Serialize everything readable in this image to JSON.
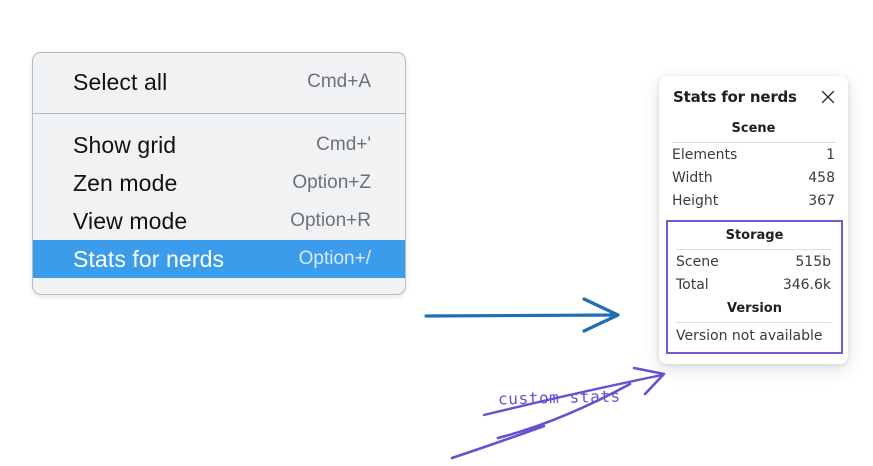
{
  "context_menu": {
    "groups": [
      {
        "name": "group-top",
        "items": [
          {
            "label": "Select all",
            "shortcut": "Cmd+A",
            "selected": false
          }
        ]
      },
      {
        "name": "group-bottom",
        "items": [
          {
            "label": "Show grid",
            "shortcut": "Cmd+'",
            "selected": false
          },
          {
            "label": "Zen mode",
            "shortcut": "Option+Z",
            "selected": false
          },
          {
            "label": "View mode",
            "shortcut": "Option+R",
            "selected": false
          },
          {
            "label": "Stats for nerds",
            "shortcut": "Option+/",
            "selected": true
          }
        ]
      }
    ],
    "highlight_color": "#3c9cec",
    "background_color": "#f0f2f4",
    "border_color": "#b4bcc4"
  },
  "arrow": {
    "name": "arrow-menu-to-panel",
    "color": "#1f6fb2"
  },
  "stats_panel": {
    "title": "Stats for nerds",
    "close_icon": "close-icon",
    "scene": {
      "heading": "Scene",
      "rows": [
        {
          "key": "Elements",
          "value": "1"
        },
        {
          "key": "Width",
          "value": "458"
        },
        {
          "key": "Height",
          "value": "367"
        }
      ]
    },
    "highlight": {
      "border_color": "#7b57d6",
      "storage": {
        "heading": "Storage",
        "rows": [
          {
            "key": "Scene",
            "value": "515b"
          },
          {
            "key": "Total",
            "value": "346.6k"
          }
        ]
      },
      "version": {
        "heading": "Version",
        "note": "Version not available"
      }
    }
  },
  "annotation": {
    "text": "custom stats",
    "color": "#6a4fd0"
  }
}
